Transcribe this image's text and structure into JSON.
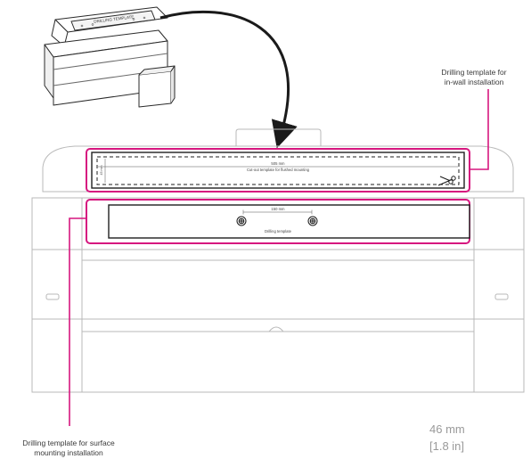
{
  "diagram": {
    "accent_color": "#d6177f",
    "outline_color": "#b9b9b9",
    "box_illustration": {
      "label": "DRILLING TEMPLATE"
    },
    "top_template": {
      "width_label": "505 mm",
      "height_label": "45 mm",
      "caption": "Cut-out template for flushed mounting",
      "tool_icon": "scissors-icon"
    },
    "bottom_template": {
      "spacing_label": "150 mm",
      "caption": "Drilling template",
      "hole_icon": "drill-hole-icon"
    },
    "callouts": {
      "in_wall": {
        "line1": "Drilling template for",
        "line2": "in-wall installation"
      },
      "surface": {
        "line1": "Drilling template for surface",
        "line2": "mounting installation"
      }
    },
    "depth": {
      "metric": "46 mm",
      "imperial": "[1.8 in]"
    }
  }
}
